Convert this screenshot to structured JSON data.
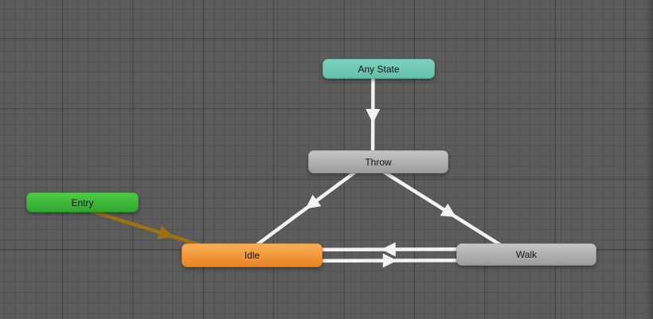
{
  "app": {
    "name": "animator-state-machine-graph"
  },
  "canvas": {
    "background_color": "#5c5c5c",
    "grid_minor_color": "#515151",
    "grid_major_color": "#464646"
  },
  "nodes": [
    {
      "id": "any-state",
      "label": "Any State",
      "kind": "any-state",
      "color_top": "#80d2c0",
      "color_bottom": "#61c0a8"
    },
    {
      "id": "throw",
      "label": "Throw",
      "kind": "state",
      "color_top": "#c7c7c7",
      "color_bottom": "#9a9a9a"
    },
    {
      "id": "entry",
      "label": "Entry",
      "kind": "entry",
      "color_top": "#4fcd45",
      "color_bottom": "#2fa32f"
    },
    {
      "id": "idle",
      "label": "Idle",
      "kind": "default-state",
      "color_top": "#f9b057",
      "color_bottom": "#e8831f"
    },
    {
      "id": "walk",
      "label": "Walk",
      "kind": "state",
      "color_top": "#c7c7c7",
      "color_bottom": "#9a9a9a"
    }
  ],
  "transitions": [
    {
      "from": "any-state",
      "to": "throw",
      "color": "#f3f3f3"
    },
    {
      "from": "throw",
      "to": "idle",
      "color": "#f3f3f3"
    },
    {
      "from": "throw",
      "to": "walk",
      "color": "#f3f3f3"
    },
    {
      "from": "walk",
      "to": "idle",
      "color": "#f3f3f3"
    },
    {
      "from": "idle",
      "to": "walk",
      "color": "#f3f3f3"
    },
    {
      "from": "entry",
      "to": "idle",
      "color": "#9d7211"
    }
  ]
}
